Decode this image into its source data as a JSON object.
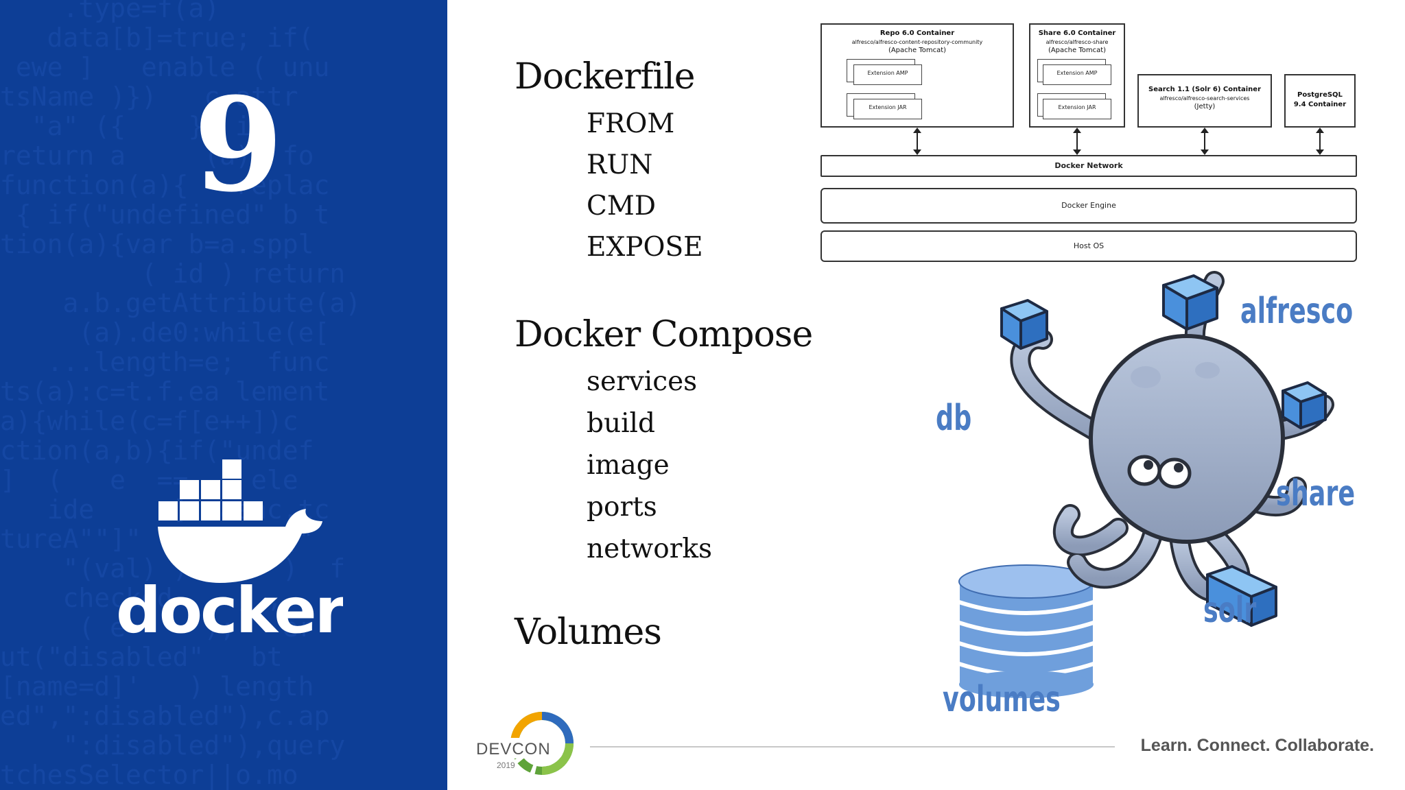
{
  "slide_number": "9",
  "brand": {
    "docker_wordmark": "docker",
    "panel_color": "#0d3e96"
  },
  "code_background": [
    "    .type=f(a)    ",
    "   data[b]=true; if(",
    " ewe ]   enable ( unu",
    "tsName )})   c.attr",
    "  \"a\" ({    }) in ",
    "return a     (a)  fo",
    "function(a){   replac",
    " { if(\"undefined\" b t",
    "tion(a){var b=a.sppl",
    "         ( id ) return",
    "    a.b.getAttribute(a)",
    "     (a).de0:while(e[",
    "   ...length=e;  func",
    "ts(a):c=t.f.ea lement",
    "a){while(c=f[e++])c",
    "ction(a,b){if(\"undef",
    "]  (   e  ==    ele",
    "   ide     ]  aenc.tc",
    "tureA\"\"]\"     push(\"",
    "    \"(val) )  \"   )  f",
    "    checked    ) ,  ",
    "     ( e     );   er",
    "ut(\"disabled\"   bt",
    "[name=d]'   ) length",
    "ed\",\":disabled\"),c.ap",
    "    \":disabled\"),query",
    "tchesSelector||o.mo",
    " i]  i  ]((a, \"*\"),   "
  ],
  "headings": {
    "dockerfile": "Dockerfile",
    "compose": "Docker Compose",
    "volumes": "Volumes"
  },
  "dockerfile_items": [
    "FROM",
    "RUN",
    "CMD",
    "EXPOSE"
  ],
  "compose_items": [
    "services",
    "build",
    "image",
    "ports",
    "networks"
  ],
  "diagram": {
    "repo": {
      "title": "Repo 6.0 Container",
      "image": "alfresco/alfresco-content-repository-community",
      "server": "(Apache Tomcat)",
      "ext1": "Extension AMP",
      "ext2": "Extension JAR"
    },
    "share": {
      "title": "Share 6.0 Container",
      "image": "alfresco/alfresco-share",
      "server": "(Apache Tomcat)",
      "ext1": "Extension AMP",
      "ext2": "Extension JAR"
    },
    "search": {
      "title": "Search 1.1 (Solr 6) Container",
      "image": "alfresco/alfresco-search-services",
      "server": "(Jetty)"
    },
    "postgres": {
      "title": "PostgreSQL",
      "subtitle": "9.4 Container"
    },
    "network": "Docker Network",
    "engine": "Docker Engine",
    "host": "Host OS"
  },
  "compose_labels": {
    "alfresco": "alfresco",
    "db": "db",
    "share": "share",
    "solr": "solr",
    "volumes": "volumes"
  },
  "footer": {
    "logo_text": "DEVCON",
    "logo_year": "2019",
    "tagline": "Learn. Connect. Collaborate."
  }
}
